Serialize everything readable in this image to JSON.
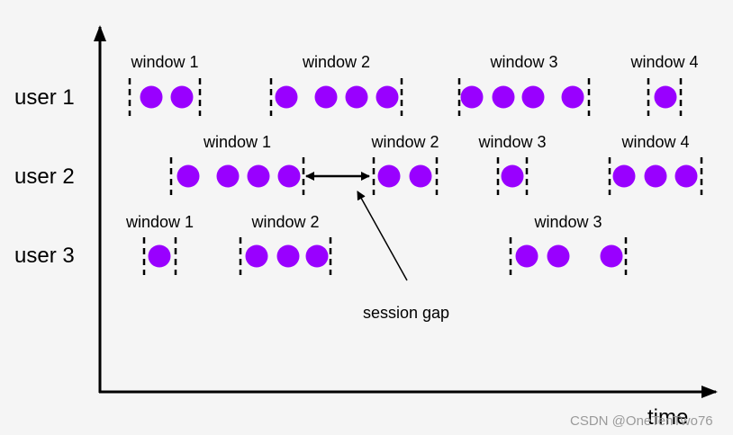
{
  "axes": {
    "x_label": "time"
  },
  "users": [
    {
      "label": "user 1",
      "windows": [
        {
          "label": "window 1",
          "events": 2
        },
        {
          "label": "window 2",
          "events": 4
        },
        {
          "label": "window 3",
          "events": 4
        },
        {
          "label": "window 4",
          "events": 1
        }
      ]
    },
    {
      "label": "user 2",
      "windows": [
        {
          "label": "window 1",
          "events": 4
        },
        {
          "label": "window 2",
          "events": 2
        },
        {
          "label": "window 3",
          "events": 1
        },
        {
          "label": "window 4",
          "events": 3
        }
      ]
    },
    {
      "label": "user 3",
      "windows": [
        {
          "label": "window 1",
          "events": 1
        },
        {
          "label": "window 2",
          "events": 3
        },
        {
          "label": "window 3",
          "events": 3
        }
      ]
    }
  ],
  "annotation": {
    "label": "session gap"
  },
  "watermark": "CSDN @OneTenTwo76",
  "colors": {
    "event": "#9900ff",
    "background": "#f5f5f5",
    "axis": "#000000"
  }
}
